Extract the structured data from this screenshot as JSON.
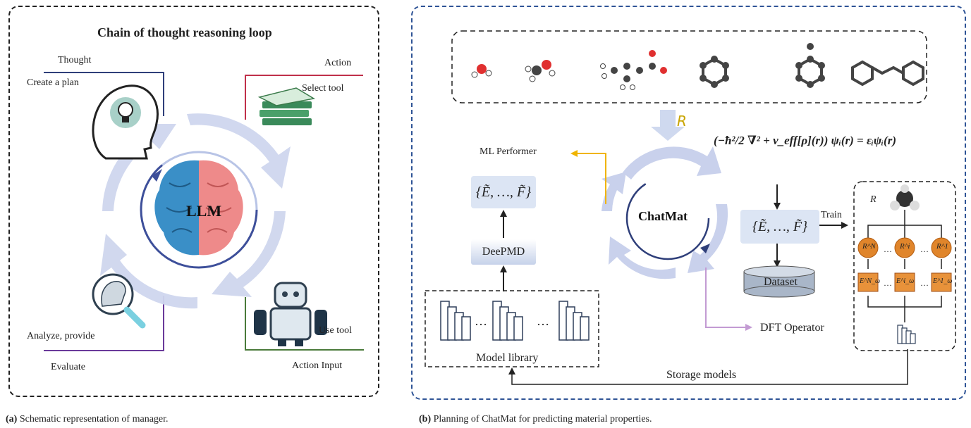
{
  "panel_a": {
    "title": "Chain of thought reasoning loop",
    "center_label": "LLM",
    "labels": {
      "thought": "Thought",
      "create_plan": "Create a plan",
      "action": "Action",
      "select_tool": "Select tool",
      "use_tool": "Use tool",
      "action_input": "Action Input",
      "analyze": "Analyze, provide",
      "evaluate": "Evaluate"
    },
    "caption_tag": "(a)",
    "caption_text": "Schematic representation of manager."
  },
  "panel_b": {
    "input_symbol": "R",
    "center_label": "ChatMat",
    "ml_performer": "ML Performer",
    "result_set": "{Ẽ, …, F̃}",
    "deepmd": "DeePMD",
    "model_library": "Model library",
    "dataset": "Dataset",
    "dft_operator": "DFT Operator",
    "train": "Train",
    "storage_models": "Storage models",
    "equation": "(−ħ²/2 ∇² + v_eff[ρ](r)) ψᵢ(r) = εᵢψᵢ(r)",
    "network_input": "R",
    "branches": [
      {
        "node": "R^N",
        "out": "E^N_ω"
      },
      {
        "node": "R^i",
        "out": "E^i_ω"
      },
      {
        "node": "R^1",
        "out": "E^1_ω"
      }
    ],
    "caption_tag": "(b)",
    "caption_text": "Planning of ChatMat for predicting material properties."
  },
  "colors": {
    "panel_a_border": "#222222",
    "panel_b_border": "#2f5496",
    "thought_line": "#2f3f7a",
    "action_line": "#c0304a",
    "action_input_line": "#4a7a3a",
    "evaluate_line": "#6a3a9a",
    "ml_arrow": "#f0b400",
    "dft_arrow": "#c39bd3",
    "loop_arrow": "#c7cfe8",
    "node_orange": "#e0852b"
  }
}
